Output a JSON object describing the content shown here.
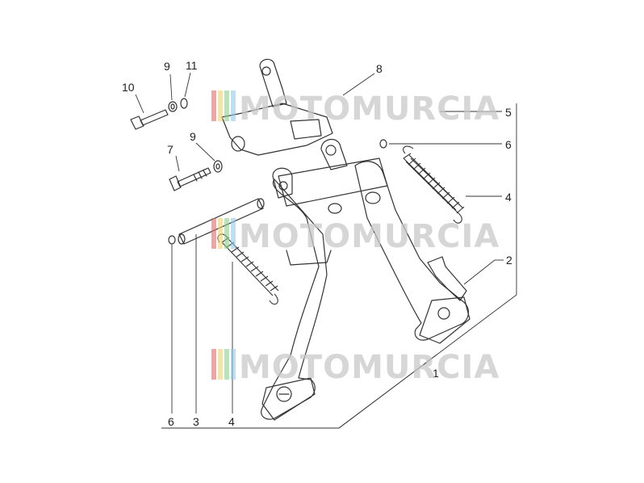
{
  "callouts": {
    "c1": "1",
    "c2": "2",
    "c3": "3",
    "c4a": "4",
    "c4b": "4",
    "c5": "5",
    "c6a": "6",
    "c6b": "6",
    "c7": "7",
    "c8": "8",
    "c9a": "9",
    "c9b": "9",
    "c10": "10",
    "c11": "11"
  },
  "watermark": {
    "text": "MOTOMURCIA",
    "colors": [
      "#e06a6a",
      "#e9d36a",
      "#8ed08e",
      "#8fc9e8"
    ]
  },
  "colors": {
    "line": "#333333",
    "background": "#ffffff"
  }
}
